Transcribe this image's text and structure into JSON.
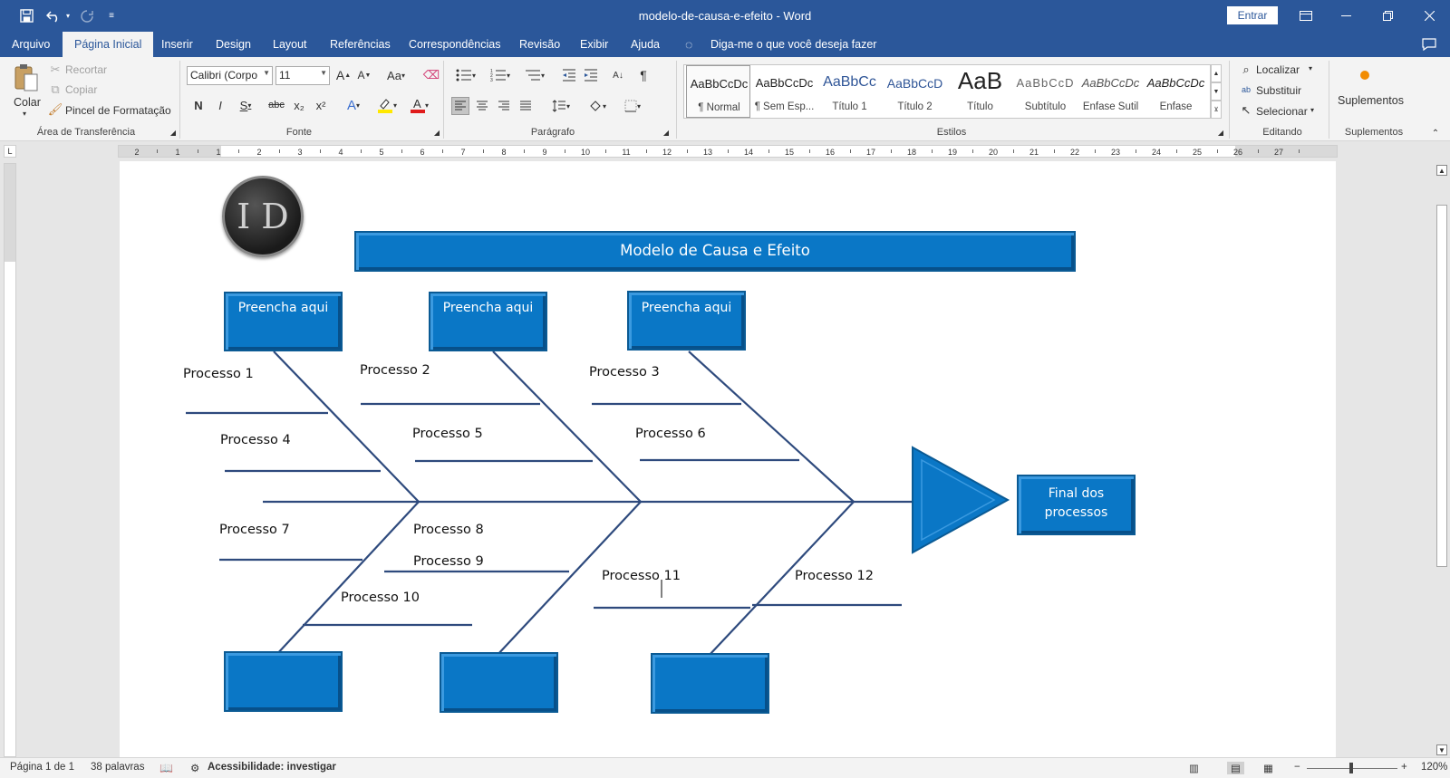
{
  "titlebar": {
    "document_title": "modelo-de-causa-e-efeito  -  Word",
    "login_label": "Entrar",
    "icons": [
      "save-icon",
      "undo-icon",
      "redo-icon",
      "customize-icon",
      "ribbon-display-icon",
      "minimize-icon",
      "restore-icon",
      "close-icon"
    ]
  },
  "menu": {
    "tabs": [
      "Arquivo",
      "Página Inicial",
      "Inserir",
      "Design",
      "Layout",
      "Referências",
      "Correspondências",
      "Revisão",
      "Exibir",
      "Ajuda"
    ],
    "active_tab": "Página Inicial",
    "tell_me": "Diga-me o que você deseja fazer"
  },
  "ribbon": {
    "clipboard": {
      "label": "Área de Transferência",
      "paste": "Colar",
      "cut": "Recortar",
      "copy": "Copiar",
      "format_painter": "Pincel de Formatação"
    },
    "font": {
      "label": "Fonte",
      "font_name": "Calibri (Corpo",
      "font_size": "11",
      "buttons": [
        "A",
        "A",
        "Aa",
        "N",
        "I",
        "S",
        "abc",
        "x₂",
        "x²",
        "A",
        "A"
      ]
    },
    "paragraph": {
      "label": "Parágrafo"
    },
    "styles": {
      "label": "Estilos",
      "items": [
        {
          "preview": "AaBbCcDc",
          "name": "¶ Normal"
        },
        {
          "preview": "AaBbCcDc",
          "name": "¶ Sem Esp..."
        },
        {
          "preview": "AaBbCc",
          "name": "Título 1"
        },
        {
          "preview": "AaBbCcD",
          "name": "Título 2"
        },
        {
          "preview": "AaB",
          "name": "Título"
        },
        {
          "preview": "AaBbCcD",
          "name": "Subtítulo"
        },
        {
          "preview": "AaBbCcDc",
          "name": "Ênfase Sutil"
        },
        {
          "preview": "AaBbCcDc",
          "name": "Ênfase"
        }
      ]
    },
    "editing": {
      "label": "Editando",
      "find": "Localizar",
      "replace": "Substituir",
      "select": "Selecionar"
    },
    "addins": {
      "label": "Suplementos",
      "button": "Suplementos"
    }
  },
  "ruler": {
    "numbers": [
      "2",
      "1",
      "1",
      "2",
      "3",
      "4",
      "5",
      "6",
      "7",
      "8",
      "9",
      "10",
      "11",
      "12",
      "13",
      "14",
      "15",
      "16",
      "17",
      "18",
      "19",
      "20",
      "21",
      "22",
      "23",
      "24",
      "25",
      "26",
      "27"
    ]
  },
  "document": {
    "logo_text": "I D",
    "banner": "Modelo de Causa e Efeito",
    "top_boxes": [
      "Preencha aqui",
      "Preencha aqui",
      "Preencha aqui"
    ],
    "processes": [
      "Processo 1",
      "Processo 2",
      "Processo 3",
      "Processo 4",
      "Processo 5",
      "Processo 6",
      "Processo 7",
      "Processo 8",
      "Processo 9",
      "Processo 10",
      "Processo 11",
      "Processo 12"
    ],
    "final_box": "Final dos processos",
    "colors": {
      "box_fill": "#0a77c6",
      "box_border": "#0a5a94",
      "line": "#2e4a7d"
    }
  },
  "statusbar": {
    "page": "Página 1 de 1",
    "words": "38 palavras",
    "accessibility": "Acessibilidade: investigar",
    "zoom": "120%"
  }
}
